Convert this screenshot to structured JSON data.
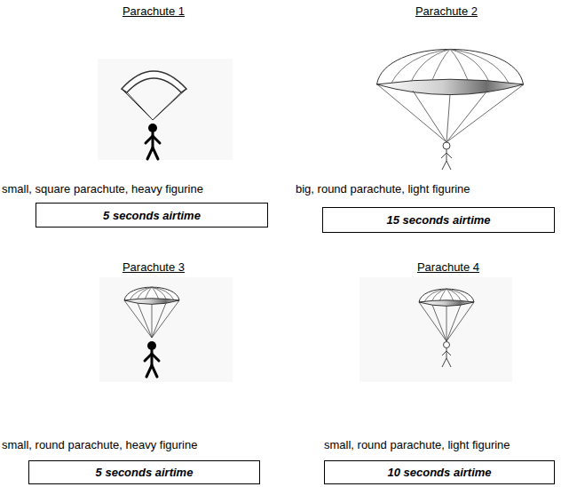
{
  "diagram": {
    "nodes": [
      {
        "text": [
          "5 seconds airtime"
        ]
      },
      {
        "text": [
          "15 seconds airtime"
        ]
      },
      {
        "text": [
          "5 seconds airtime"
        ]
      },
      {
        "text": [
          "10 seconds airtime"
        ]
      }
    ],
    "labels": [
      "Parachute 1",
      "small, square parachute, heavy figurine",
      "Parachute 2",
      "big, round parachute, light figurine",
      "Parachute 3",
      "small, round parachute, heavy figurine",
      "Parachute 4",
      "small, round parachute, light figurine"
    ]
  }
}
